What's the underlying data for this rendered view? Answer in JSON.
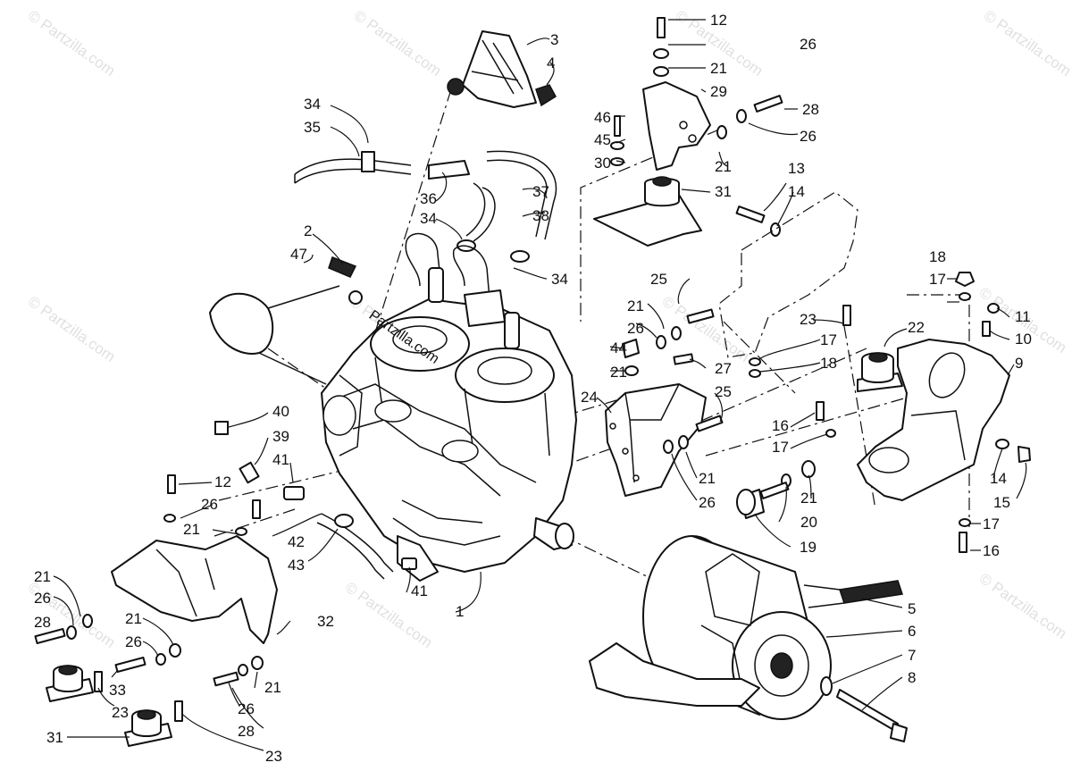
{
  "watermark": {
    "text": "© Partzilla.com"
  },
  "callouts": [
    {
      "id": "c1",
      "label": "1"
    },
    {
      "id": "c2",
      "label": "2"
    },
    {
      "id": "c3",
      "label": "3"
    },
    {
      "id": "c4",
      "label": "4"
    },
    {
      "id": "c5",
      "label": "5"
    },
    {
      "id": "c6",
      "label": "6"
    },
    {
      "id": "c7",
      "label": "7"
    },
    {
      "id": "c8",
      "label": "8"
    },
    {
      "id": "c9",
      "label": "9"
    },
    {
      "id": "c10",
      "label": "10"
    },
    {
      "id": "c11",
      "label": "11"
    },
    {
      "id": "c12a",
      "label": "12"
    },
    {
      "id": "c12b",
      "label": "12"
    },
    {
      "id": "c13",
      "label": "13"
    },
    {
      "id": "c14a",
      "label": "14"
    },
    {
      "id": "c14b",
      "label": "14"
    },
    {
      "id": "c15",
      "label": "15"
    },
    {
      "id": "c16a",
      "label": "16"
    },
    {
      "id": "c16b",
      "label": "16"
    },
    {
      "id": "c17a",
      "label": "17"
    },
    {
      "id": "c17b",
      "label": "17"
    },
    {
      "id": "c17c",
      "label": "17"
    },
    {
      "id": "c17d",
      "label": "17"
    },
    {
      "id": "c18a",
      "label": "18"
    },
    {
      "id": "c18b",
      "label": "18"
    },
    {
      "id": "c19",
      "label": "19"
    },
    {
      "id": "c20",
      "label": "20"
    },
    {
      "id": "c21a",
      "label": "21"
    },
    {
      "id": "c21b",
      "label": "21"
    },
    {
      "id": "c21c",
      "label": "21"
    },
    {
      "id": "c21d",
      "label": "21"
    },
    {
      "id": "c21e",
      "label": "21"
    },
    {
      "id": "c21f",
      "label": "21"
    },
    {
      "id": "c21g",
      "label": "21"
    },
    {
      "id": "c21h",
      "label": "21"
    },
    {
      "id": "c21i",
      "label": "21"
    },
    {
      "id": "c21j",
      "label": "21"
    },
    {
      "id": "c22",
      "label": "22"
    },
    {
      "id": "c23a",
      "label": "23"
    },
    {
      "id": "c23b",
      "label": "23"
    },
    {
      "id": "c23c",
      "label": "23"
    },
    {
      "id": "c24",
      "label": "24"
    },
    {
      "id": "c25a",
      "label": "25"
    },
    {
      "id": "c25b",
      "label": "25"
    },
    {
      "id": "c26a",
      "label": "26"
    },
    {
      "id": "c26b",
      "label": "26"
    },
    {
      "id": "c26c",
      "label": "26"
    },
    {
      "id": "c26d",
      "label": "26"
    },
    {
      "id": "c26e",
      "label": "26"
    },
    {
      "id": "c26f",
      "label": "26"
    },
    {
      "id": "c26g",
      "label": "26"
    },
    {
      "id": "c26h",
      "label": "26"
    },
    {
      "id": "c27",
      "label": "27"
    },
    {
      "id": "c28a",
      "label": "28"
    },
    {
      "id": "c28b",
      "label": "28"
    },
    {
      "id": "c28c",
      "label": "28"
    },
    {
      "id": "c29",
      "label": "29"
    },
    {
      "id": "c30",
      "label": "30"
    },
    {
      "id": "c31a",
      "label": "31"
    },
    {
      "id": "c31b",
      "label": "31"
    },
    {
      "id": "c32",
      "label": "32"
    },
    {
      "id": "c33",
      "label": "33"
    },
    {
      "id": "c34a",
      "label": "34"
    },
    {
      "id": "c34b",
      "label": "34"
    },
    {
      "id": "c34c",
      "label": "34"
    },
    {
      "id": "c35",
      "label": "35"
    },
    {
      "id": "c36",
      "label": "36"
    },
    {
      "id": "c37",
      "label": "37"
    },
    {
      "id": "c38",
      "label": "38"
    },
    {
      "id": "c39",
      "label": "39"
    },
    {
      "id": "c40",
      "label": "40"
    },
    {
      "id": "c41a",
      "label": "41"
    },
    {
      "id": "c41b",
      "label": "41"
    },
    {
      "id": "c42",
      "label": "42"
    },
    {
      "id": "c43",
      "label": "43"
    },
    {
      "id": "c44",
      "label": "44"
    },
    {
      "id": "c45",
      "label": "45"
    },
    {
      "id": "c46",
      "label": "46"
    },
    {
      "id": "c47",
      "label": "47"
    }
  ]
}
